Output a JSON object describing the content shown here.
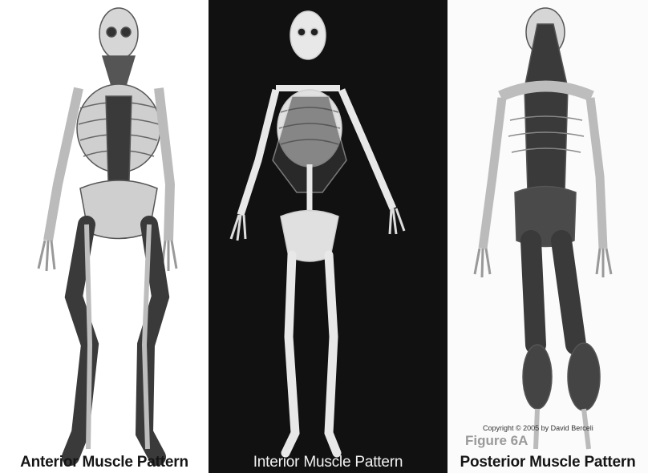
{
  "panels": [
    {
      "caption": "Anterior Muscle Pattern"
    },
    {
      "caption": "Interior Muscle Pattern"
    },
    {
      "caption": "Posterior Muscle Pattern"
    }
  ],
  "posterior": {
    "copyright": "Copyright © 2005 by David Berceli",
    "figure_label": "Figure 6A"
  },
  "colors": {
    "interior_background": "#111111",
    "muscle_dark": "#3a3a3a",
    "bone_light": "#e8e8e8"
  }
}
